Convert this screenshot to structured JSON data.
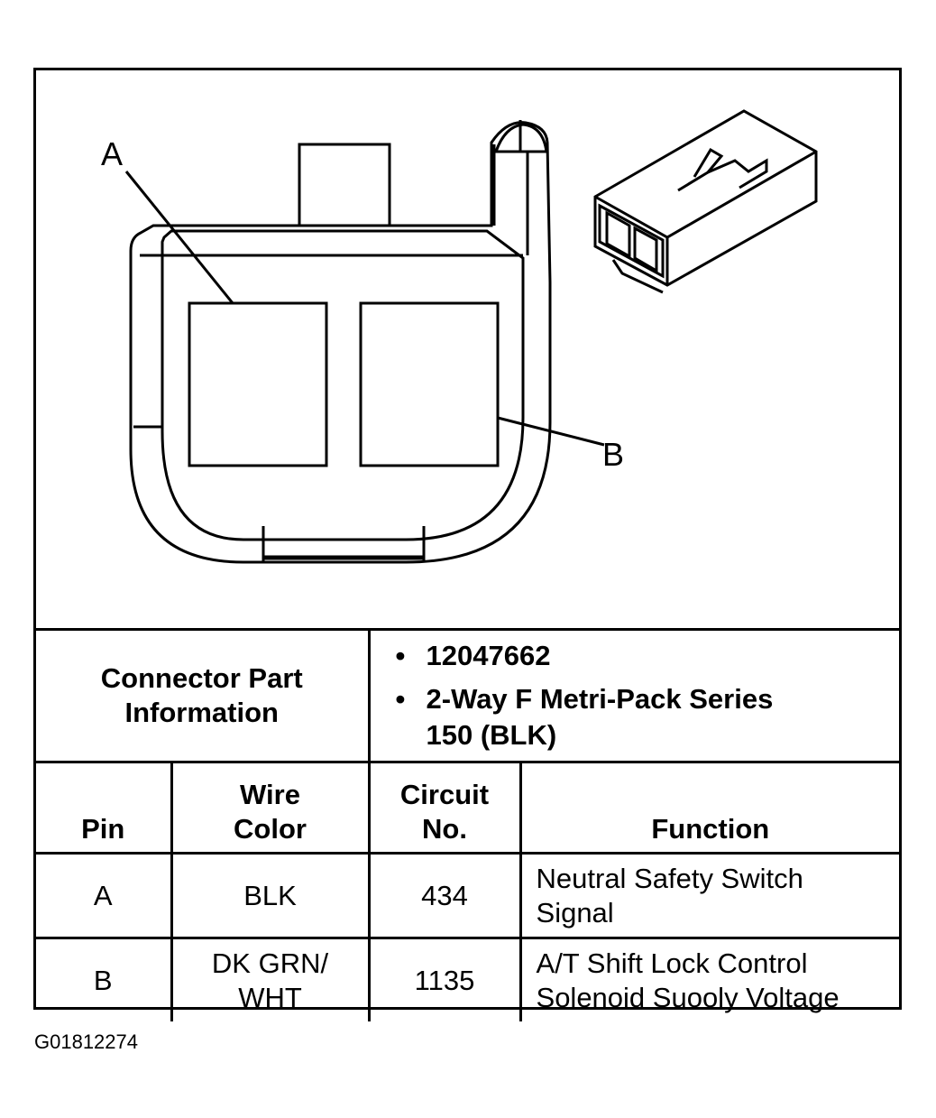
{
  "diagram": {
    "callout_a": "A",
    "callout_b": "B"
  },
  "info": {
    "label_line1": "Connector Part",
    "label_line2": "Information",
    "bullet": "•",
    "items": [
      {
        "line1": "12047662",
        "line2": ""
      },
      {
        "line1": "2-Way F Metri-Pack Series",
        "line2": "150 (BLK)"
      }
    ]
  },
  "table": {
    "headers": {
      "pin": "Pin",
      "wire_line1": "Wire",
      "wire_line2": "Color",
      "circuit_line1": "Circuit",
      "circuit_line2": "No.",
      "function": "Function"
    },
    "rows": [
      {
        "pin": "A",
        "wire_line1": "BLK",
        "wire_line2": "",
        "circuit": "434",
        "function_line1": "Neutral Safety Switch",
        "function_line2": "Signal"
      },
      {
        "pin": "B",
        "wire_line1": "DK GRN/",
        "wire_line2": "WHT",
        "circuit": "1135",
        "function_line1": "A/T Shift Lock Control",
        "function_line2": "Solenoid Suooly Voltage"
      }
    ]
  },
  "footer": {
    "figure_id": "G01812274"
  }
}
